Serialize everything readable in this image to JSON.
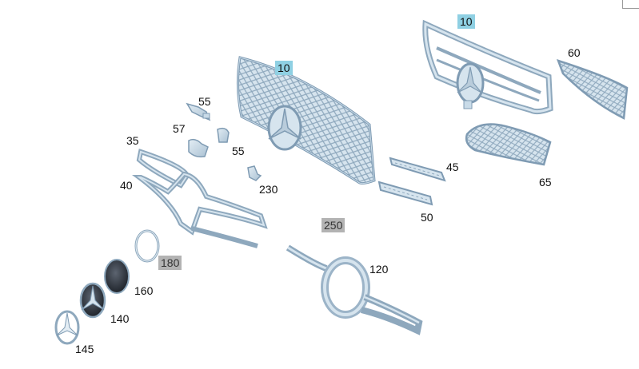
{
  "diagram": {
    "parts": [
      {
        "id": "p10a",
        "label": "10",
        "style": "blue"
      },
      {
        "id": "p10b",
        "label": "10",
        "style": "blue"
      },
      {
        "id": "p60",
        "label": "60",
        "style": "plain"
      },
      {
        "id": "p65",
        "label": "65",
        "style": "plain"
      },
      {
        "id": "p55a",
        "label": "55",
        "style": "plain"
      },
      {
        "id": "p57",
        "label": "57",
        "style": "plain"
      },
      {
        "id": "p55b",
        "label": "55",
        "style": "plain"
      },
      {
        "id": "p35",
        "label": "35",
        "style": "plain"
      },
      {
        "id": "p40",
        "label": "40",
        "style": "plain"
      },
      {
        "id": "p230",
        "label": "230",
        "style": "plain"
      },
      {
        "id": "p45",
        "label": "45",
        "style": "plain"
      },
      {
        "id": "p50",
        "label": "50",
        "style": "plain"
      },
      {
        "id": "p250",
        "label": "250",
        "style": "gray"
      },
      {
        "id": "p120",
        "label": "120",
        "style": "plain"
      },
      {
        "id": "p180",
        "label": "180",
        "style": "gray"
      },
      {
        "id": "p160",
        "label": "160",
        "style": "plain"
      },
      {
        "id": "p140",
        "label": "140",
        "style": "plain"
      },
      {
        "id": "p145",
        "label": "145",
        "style": "plain"
      }
    ],
    "colors": {
      "part_fill": "#c9dbe8",
      "part_stroke": "#7f9bb3",
      "mesh": "#9cb4c8",
      "emblem_dark": "#2a2f36",
      "tag_blue": "#8fd0e3",
      "tag_gray": "#b3b3b3"
    }
  }
}
